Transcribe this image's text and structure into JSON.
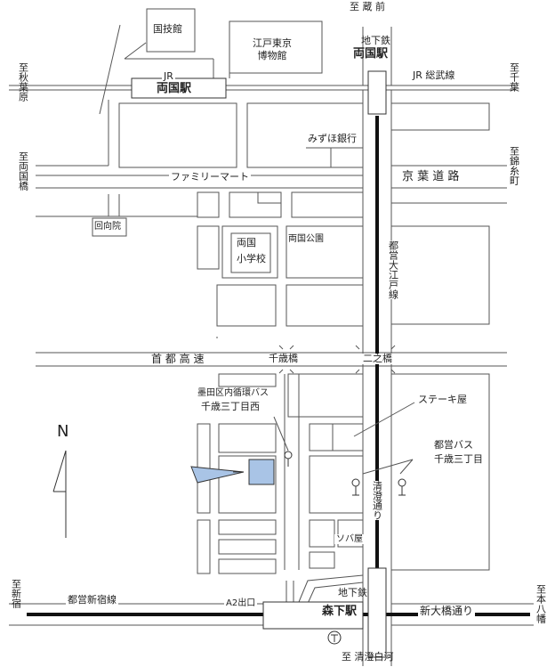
{
  "labels": {
    "to_kuramae": "至 蔵 前",
    "kokugikan": "国技館",
    "edo_museum": "江戸東京\n博物館",
    "subway_top": "地下鉄",
    "ryogoku_oedo": "両国駅",
    "to_akihabara": "至秋葉原",
    "jr": "JR",
    "ryogoku_jr": "両国駅",
    "jr_sobu": "JR 総武線",
    "to_chiba": "至千葉",
    "mizuho": "みずほ銀行",
    "to_ryogokubashi": "至両国橋",
    "familymart": "ファミリーマート",
    "keiyo_road": "京 葉 道 路",
    "to_kinshicho": "至錦糸町",
    "ekoin": "回向院",
    "ryogoku_school": "両国\n小学校",
    "ryogoku_park": "両国公園",
    "oedo_line": "都営大江戸線",
    "shuto_expwy": "首 都 高 速",
    "chitosebashi": "千歳橋",
    "futanohashi": "二之橋",
    "sumida_bus": "墨田区内循環バス",
    "chitose3_west": "千歳三丁目西",
    "steak": "ステーキ屋",
    "compass_n": "N",
    "toei_bus": "都営バス",
    "chitose3": "千歳三丁目",
    "kiyosumi_dori": "清澄通り",
    "soba": "ソバ屋",
    "to_shinjuku": "至新宿",
    "shinjuku_line": "都営新宿線",
    "a2_exit": "A2出口",
    "subway_bottom": "地下鉄",
    "morishita": "森下駅",
    "shin_ohashi": "新大橋通り",
    "to_motoyawata": "至本八幡",
    "to_kiyosumi": "至 清澄白河"
  },
  "colors": {
    "road": "#555555",
    "rail": "#111111",
    "target": "#a9c4e6",
    "arrow": "#a9c4e6"
  }
}
